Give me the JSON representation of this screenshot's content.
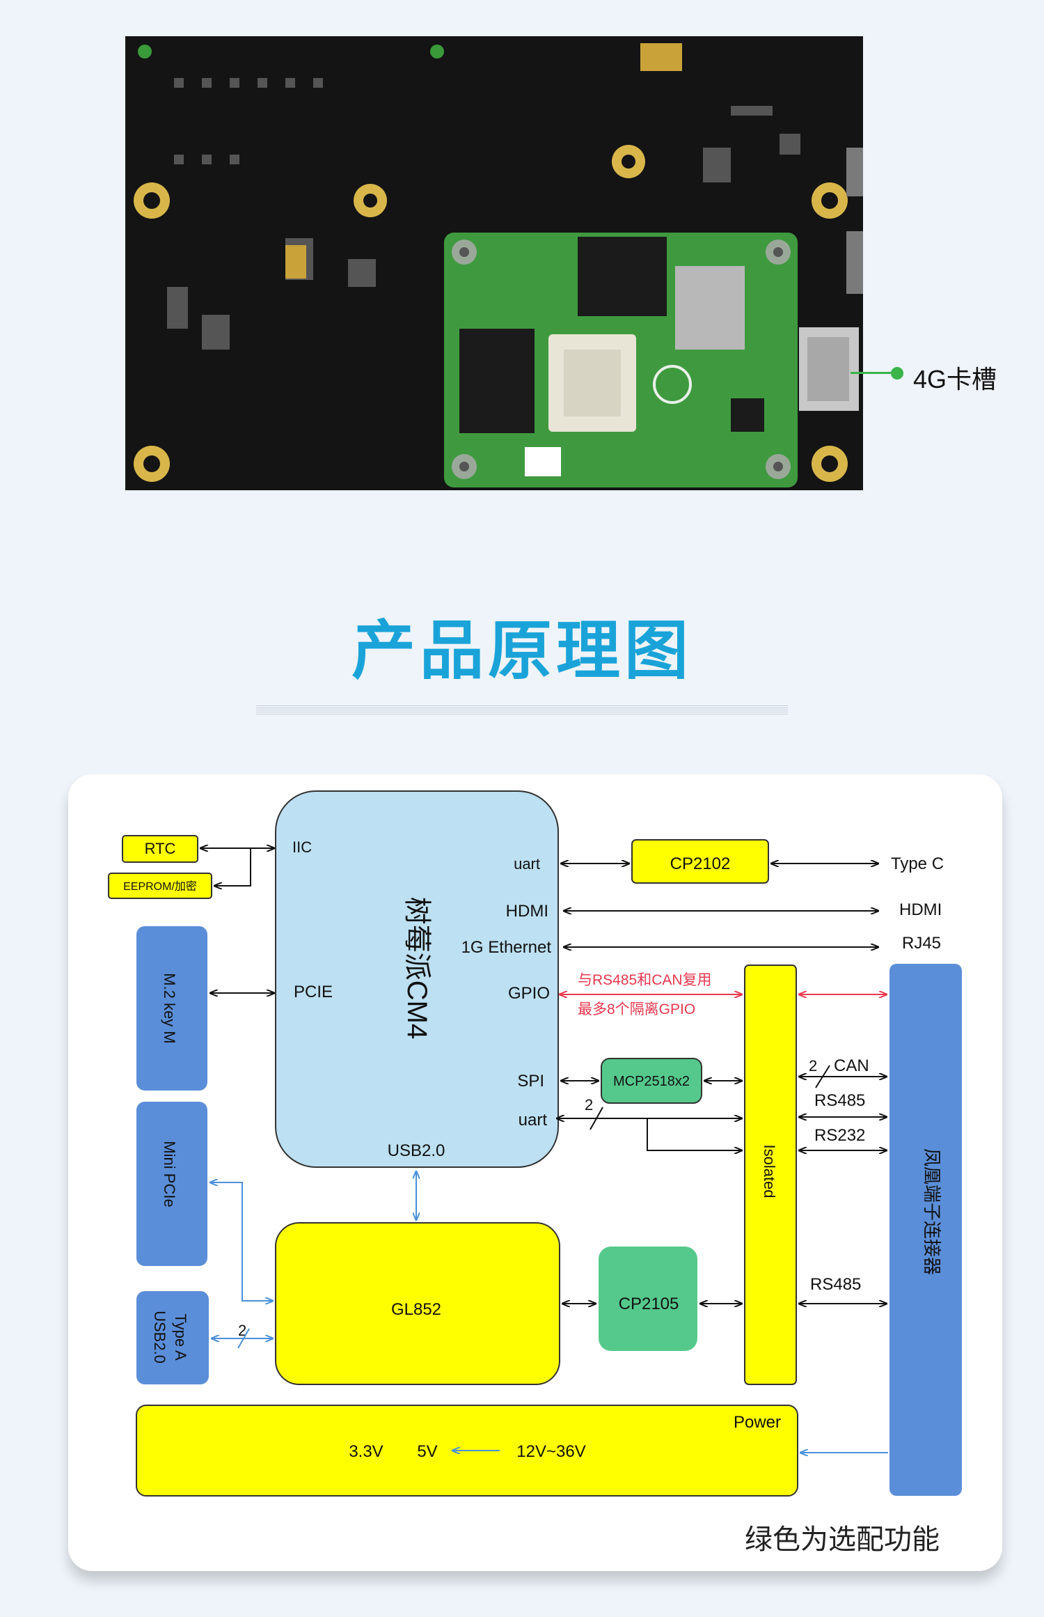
{
  "board": {
    "callout_label": "4G卡槽",
    "colors": {
      "pcb": "#141414",
      "module": "#3f9a3f",
      "callout": "#3bb44a"
    }
  },
  "section_title": "产品原理图",
  "diagram": {
    "blocks": {
      "rtc": "RTC",
      "eeprom": "EEPROM/加密",
      "m2": "M.2 key M",
      "minipcie": "Mini PCIe",
      "usb_typea": "Type A\nUSB2.0",
      "cm4": "树莓派CM4",
      "cp2102": "CP2102",
      "mcp": "MCP2518x2",
      "gl852": "GL852",
      "cp2105": "CP2105",
      "isolated": "Isolated",
      "terminal": "凤凰端子连接器",
      "power": "Power"
    },
    "cm4_ports": {
      "iic": "IIC",
      "pcie": "PCIE",
      "uart": "uart",
      "hdmi": "HDMI",
      "ethernet": "1G Ethernet",
      "gpio": "GPIO",
      "spi": "SPI",
      "uart2": "uart",
      "usb": "USB2.0"
    },
    "external": {
      "typec": "Type C",
      "hdmi": "HDMI",
      "rj45": "RJ45"
    },
    "link_labels": {
      "can": "CAN",
      "rs485": "RS485",
      "rs232": "RS232",
      "rs485_2": "RS485",
      "bus_width": "2"
    },
    "gpio_note": [
      "与RS485和CAN复用",
      "最多8个隔离GPIO"
    ],
    "power_rails": {
      "v33": "3.3V",
      "v5": "5V",
      "vin": "12V~36V"
    },
    "colors": {
      "yellow": "#ffff00",
      "light_blue": "#bde0f2",
      "blue": "#5b8ed8",
      "green": "#55c98c",
      "red_note": "#e8384f",
      "blue_line": "#4a90d9"
    }
  },
  "footnote": "绿色为选配功能"
}
